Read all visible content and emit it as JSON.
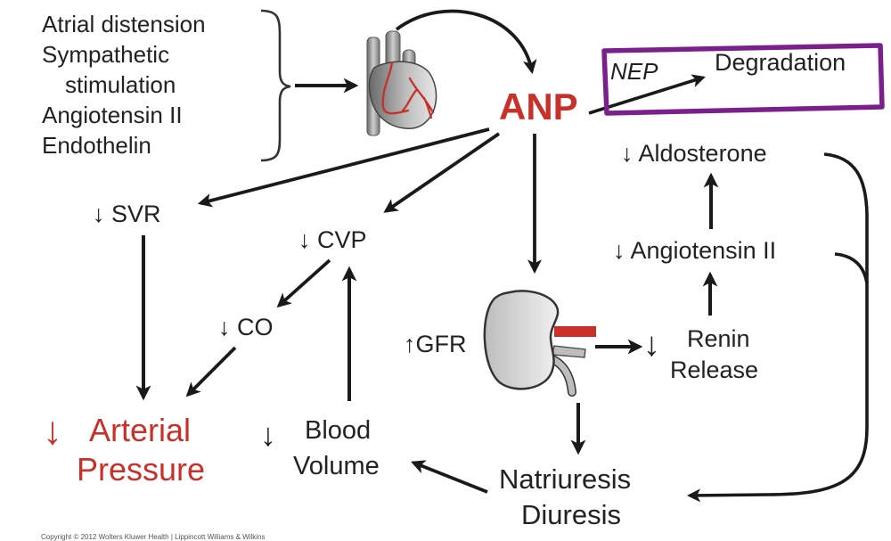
{
  "stimuli": [
    "Atrial distension",
    "Sympathetic",
    "stimulation",
    "Angiotensin II",
    "Endothelin"
  ],
  "anp": "ANP",
  "nep": "NEP",
  "degradation": "Degradation",
  "aldosterone": "↓ Aldosterone",
  "angiotensin": "↓ Angiotensin II",
  "renin_arrow": "↓",
  "renin": [
    "Renin",
    "Release"
  ],
  "gfr": "↑GFR",
  "svr": "↓ SVR",
  "cvp": "↓ CVP",
  "co": "↓ CO",
  "arterial_arrow": "↓",
  "arterial": [
    "Arterial",
    "Pressure"
  ],
  "blood_arrow": "↓",
  "blood": [
    "Blood",
    "Volume"
  ],
  "natriuresis": [
    "Natriuresis",
    "Diuresis"
  ],
  "copyright": "Copyright © 2012 Wolters Kluwer Health | Lippincott Williams & Wilkins",
  "colors": {
    "red": "#c8302a",
    "purple": "#7a1f8c",
    "arrow": "#1a1a1a"
  }
}
